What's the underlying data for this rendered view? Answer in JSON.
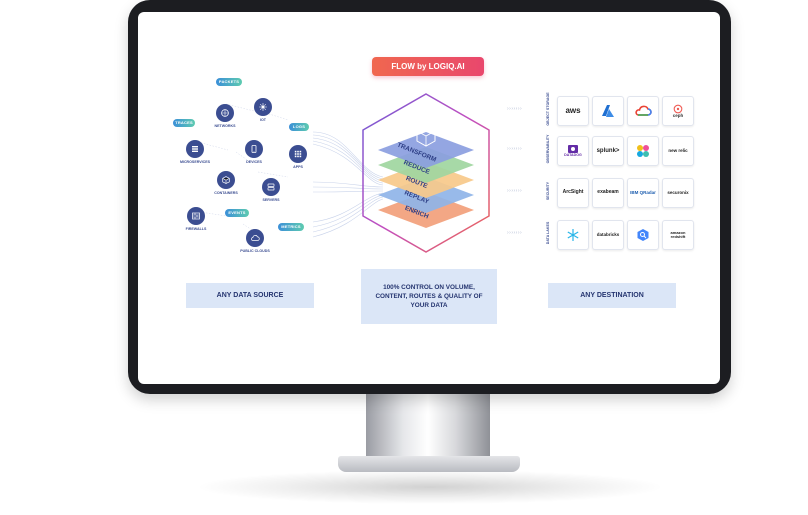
{
  "badge": "FLOW by LOGIQ.AI",
  "source_tags": [
    "PACKETS",
    "TRACES",
    "LOGS",
    "EVENTS",
    "METRICS"
  ],
  "source_nodes": [
    {
      "label": "NETWORKS",
      "icon": "network-icon"
    },
    {
      "label": "IOT",
      "icon": "iot-icon"
    },
    {
      "label": "MICROSERVICES",
      "icon": "microservices-icon"
    },
    {
      "label": "DEVICES",
      "icon": "device-icon"
    },
    {
      "label": "APPS",
      "icon": "apps-icon"
    },
    {
      "label": "CONTAINERS",
      "icon": "container-icon"
    },
    {
      "label": "SERVERS",
      "icon": "server-icon"
    },
    {
      "label": "FIREWALLS",
      "icon": "firewall-icon"
    },
    {
      "label": "PUBLIC CLOUDS",
      "icon": "cloud-icon"
    }
  ],
  "layers": [
    "TRANSFORM",
    "REDUCE",
    "ROUTE",
    "REPLAY",
    "ENRICH"
  ],
  "layer_colors": [
    "#8b9ee0",
    "#9fd6a0",
    "#f7c98a",
    "#8fb4e8",
    "#f2a07b"
  ],
  "panels": {
    "source": "ANY DATA SOURCE",
    "control": "100% CONTROL ON VOLUME, CONTENT, ROUTES & QUALITY OF YOUR DATA",
    "destination": "ANY DESTINATION"
  },
  "destination_rows": [
    {
      "category": "OBJECT STORAGE",
      "tiles": [
        "aws",
        "",
        "",
        "ceph"
      ]
    },
    {
      "category": "OBSERVABILITY",
      "tiles": [
        "DATADOG",
        "splunk>",
        "",
        "new relic"
      ]
    },
    {
      "category": "SECURITY",
      "tiles": [
        "ArcSight",
        "exabeam",
        "IBM QRadar",
        "securonix"
      ]
    },
    {
      "category": "DATA LAKES",
      "tiles": [
        "",
        "databricks",
        "",
        "amazon redshift"
      ]
    }
  ],
  "colors": {
    "accent": "#3b4d91",
    "badge_start": "#f0674f",
    "badge_end": "#e9476d",
    "panel_bg": "#dbe6f7"
  }
}
